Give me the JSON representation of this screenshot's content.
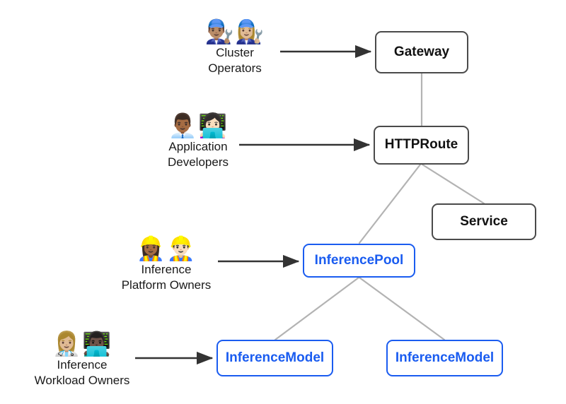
{
  "diagram": {
    "title": "Gateway API Inference Extension personas and resources",
    "background_color": "#ffffff",
    "edge_color": "#b3b3b3",
    "arrow_color": "#333333",
    "blue_accent": "#1a5cf0",
    "dark_border": "#4a4a4a"
  },
  "personas": [
    {
      "id": "cluster-operators",
      "emoji": "👨🏽‍🔧👩🏼‍🔧",
      "emoji_names": "man-mechanic-icon woman-mechanic-icon",
      "line1": "Cluster",
      "line2": "Operators",
      "targets": "Gateway"
    },
    {
      "id": "application-developers",
      "emoji": "👨🏾‍💼👩🏻‍💻",
      "emoji_names": "man-office-worker-icon woman-technologist-icon",
      "line1": "Application",
      "line2": "Developers",
      "targets": "HTTPRoute"
    },
    {
      "id": "inference-platform-owners",
      "emoji": "👷🏾‍♀️👷🏻‍♂️",
      "emoji_names": "woman-construction-worker-icon man-construction-worker-icon",
      "line1": "Inference",
      "line2": "Platform Owners",
      "targets": "InferencePool"
    },
    {
      "id": "inference-workload-owners",
      "emoji": "👩🏼‍⚕️👨🏿‍💻",
      "emoji_names": "woman-health-worker-icon man-technologist-icon",
      "line1": "Inference",
      "line2": "Workload Owners",
      "targets": "InferenceModel"
    }
  ],
  "nodes": [
    {
      "id": "gateway",
      "label": "Gateway",
      "theme": "dark"
    },
    {
      "id": "httproute",
      "label": "HTTPRoute",
      "theme": "dark"
    },
    {
      "id": "service",
      "label": "Service",
      "theme": "dark"
    },
    {
      "id": "inferencepool",
      "label": "InferencePool",
      "theme": "blue"
    },
    {
      "id": "inferencemodel-1",
      "label": "InferenceModel",
      "theme": "blue"
    },
    {
      "id": "inferencemodel-2",
      "label": "InferenceModel",
      "theme": "blue"
    }
  ],
  "edges": [
    {
      "id": "gateway-httproute",
      "from": "Gateway",
      "to": "HTTPRoute",
      "style": "plain"
    },
    {
      "id": "httproute-inferencepool",
      "from": "HTTPRoute",
      "to": "InferencePool",
      "style": "plain"
    },
    {
      "id": "httproute-service",
      "from": "HTTPRoute",
      "to": "Service",
      "style": "plain"
    },
    {
      "id": "inferencepool-inferencemodel1",
      "from": "InferencePool",
      "to": "InferenceModel",
      "style": "plain"
    },
    {
      "id": "inferencepool-inferencemodel2",
      "from": "InferencePool",
      "to": "InferenceModel",
      "style": "plain"
    },
    {
      "id": "cluster-operators-gateway",
      "from": "Cluster Operators",
      "to": "Gateway",
      "style": "arrow"
    },
    {
      "id": "app-developers-httproute",
      "from": "Application Developers",
      "to": "HTTPRoute",
      "style": "arrow"
    },
    {
      "id": "platform-owners-pool",
      "from": "Inference Platform Owners",
      "to": "InferencePool",
      "style": "arrow"
    },
    {
      "id": "workload-owners-model",
      "from": "Inference Workload Owners",
      "to": "InferenceModel",
      "style": "arrow"
    }
  ]
}
